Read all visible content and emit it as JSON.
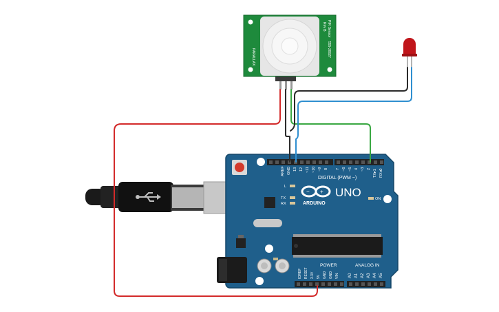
{
  "board": {
    "brand": "ARDUINO",
    "model": "UNO",
    "on_label": "ON",
    "digital_header": "DIGITAL (PWM ~)",
    "analog_header": "ANALOG IN",
    "power_header": "POWER",
    "led_l": "L",
    "led_tx": "TX",
    "led_rx": "RX",
    "pins": {
      "aref": "AREF",
      "gnd": "GND",
      "d13": "13",
      "d12": "12",
      "d11": "~11",
      "d10": "~10",
      "d9": "~9",
      "d8": "8",
      "d7": "7",
      "d6": "~6",
      "d5": "~5",
      "d4": "4",
      "d3": "~3",
      "d2": "2",
      "d1": "TX▸1",
      "d0": "RX◂0",
      "ioref": "IOREF",
      "reset": "RESET",
      "v33": "3.3V",
      "v5": "5V",
      "pgnd1": "GND",
      "pgnd2": "GND",
      "vin": "VIN",
      "a0": "A0",
      "a1": "A1",
      "a2": "A2",
      "a3": "A3",
      "a4": "A4",
      "a5": "A5"
    }
  },
  "pir": {
    "label_top": "PIR Sensor",
    "label_rev": "Rev B",
    "part_number": "555-28027",
    "brand": "PARALLAX"
  },
  "colors": {
    "board": "#1f5f8b",
    "pir_pcb": "#1e8a3c",
    "wire_red": "#d32a2a",
    "wire_black": "#2b2b2b",
    "wire_green": "#3aa843",
    "wire_blue": "#2f8fd0",
    "led": "#c0151a"
  },
  "icons": {
    "usb_cable": "usb-cable-icon",
    "led": "red-led-icon",
    "reset": "reset-button-icon",
    "arduino_logo": "infinity-logo-icon"
  }
}
